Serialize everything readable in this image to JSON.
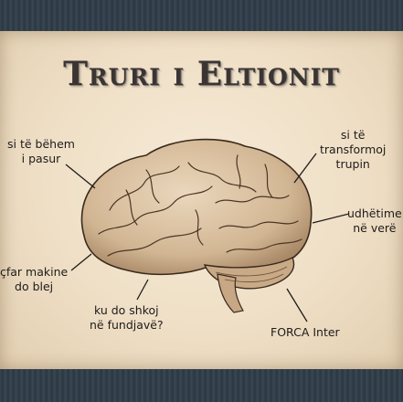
{
  "poster": {
    "title": "Truri i Eltionit",
    "labels": {
      "top_left": [
        "si të bëhem",
        "i pasur"
      ],
      "top_right": [
        "si të",
        "transformoj",
        "trupin"
      ],
      "right": [
        "udhëtime",
        "në verë"
      ],
      "bottom_left": [
        "çfar makine",
        "do blej"
      ],
      "bottom_center": [
        "ku do shkoj",
        "në fundjavë?"
      ],
      "bottom_right": [
        "FORCA Inter"
      ]
    }
  },
  "colors": {
    "paper": "#efdfc6",
    "frame": "#2f3a44",
    "ink": "#1e1c1b",
    "brain": "#d8bfa0"
  }
}
